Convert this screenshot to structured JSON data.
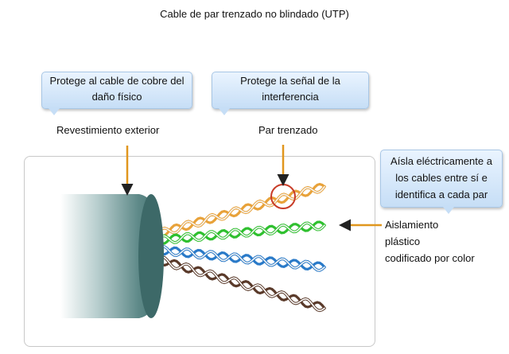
{
  "title": "Cable de par trenzado no blindado (UTP)",
  "callouts": {
    "outer": [
      "Protege al cable de cobre del",
      "daño físico"
    ],
    "twisted": [
      "Protege la señal de la",
      "interferencia"
    ],
    "insulation": [
      "Aísla eléctricamente a",
      "los cables entre sí e",
      "identifica a cada par"
    ]
  },
  "labels": {
    "outer_jacket": "Revestimiento exterior",
    "twisted_pair": "Par trenzado",
    "insulation": [
      "Aislamiento",
      "plástico",
      "codificado por color"
    ]
  },
  "colors": {
    "callout_top": "#eaf4ff",
    "callout_bottom": "#c6def6",
    "arrow": "#e0961e",
    "highlight_circle": "#c83c28",
    "jacket": "#4d7c7b",
    "pair_orange": "#e8a23a",
    "pair_green": "#2fc02f",
    "pair_blue": "#2a7ac8",
    "pair_brown": "#5a3a2a"
  },
  "pairs": [
    "orange",
    "green",
    "blue",
    "brown"
  ]
}
